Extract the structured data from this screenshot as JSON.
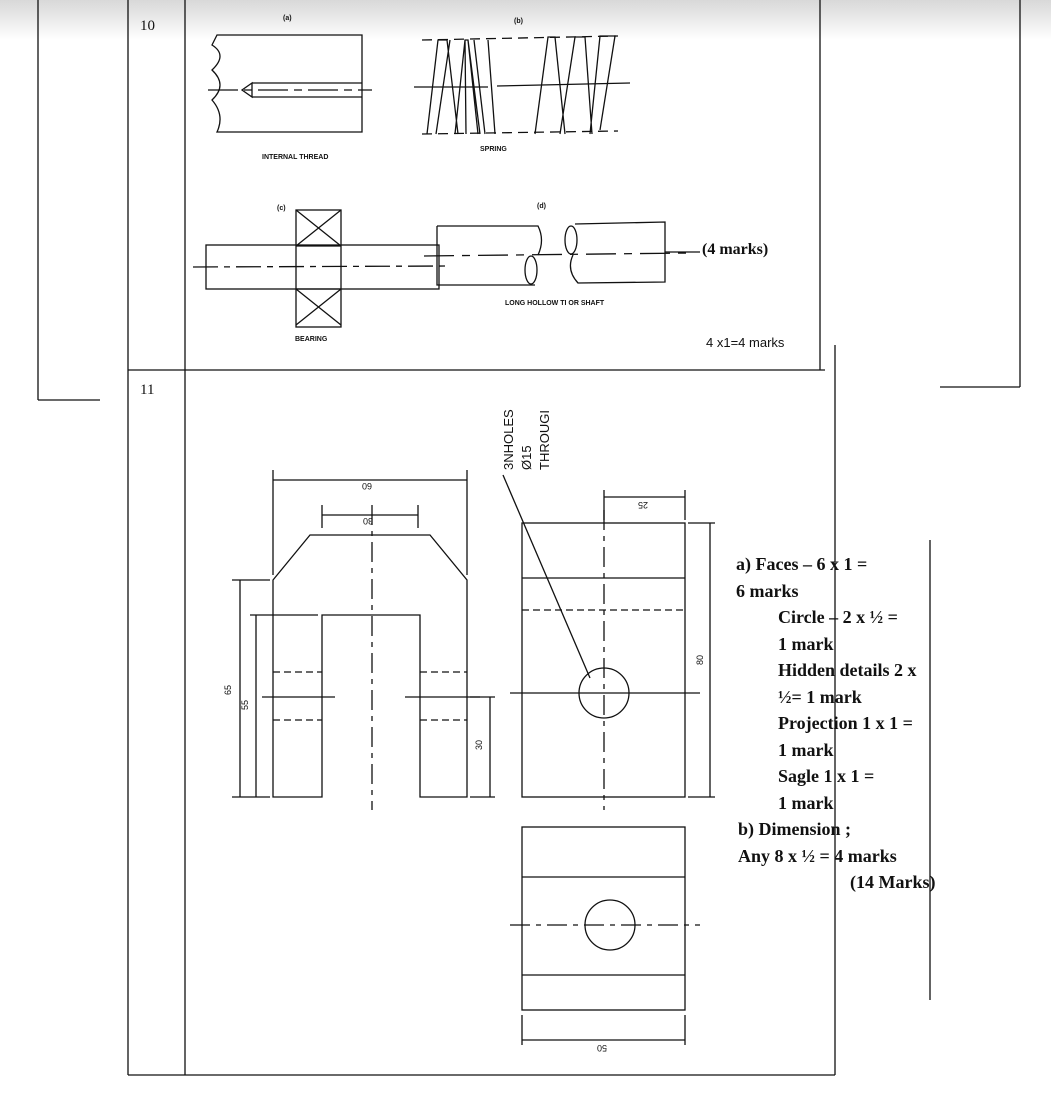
{
  "question_10": {
    "number": "10",
    "labels": {
      "a": "(a)",
      "b": "(b)",
      "c": "(c)",
      "d": "(d)"
    },
    "captions": {
      "a": "INTERNAL THREAD",
      "b": "SPRING",
      "c": "BEARING",
      "d": "LONG HOLLOW TI  OR SHAFT"
    },
    "marks_label": "(4 marks)",
    "marks_calc": "4 x1=4 marks"
  },
  "question_11": {
    "number": "11",
    "note_lines": [
      "3NHOLES",
      "Ø15",
      "THROUGI"
    ],
    "dimensions": {
      "width_top": "60",
      "inner_top": "30",
      "height_outer": "65",
      "height_inner": "55",
      "hole_height": "30",
      "side_height": "80",
      "side_offset": "25",
      "plan_width": "50"
    },
    "scheme": [
      "a)  Faces – 6 x 1 =",
      "6 marks",
      "Circle – 2 x ½ =",
      "1 mark",
      "Hidden details 2 x",
      "½= 1 mark",
      "Projection 1 x 1 =",
      "1 mark",
      "Sagle 1 x 1 =",
      "1 mark",
      "b)  Dimension ;",
      "Any 8 x ½ = 4 marks",
      "(14 Marks)"
    ]
  }
}
